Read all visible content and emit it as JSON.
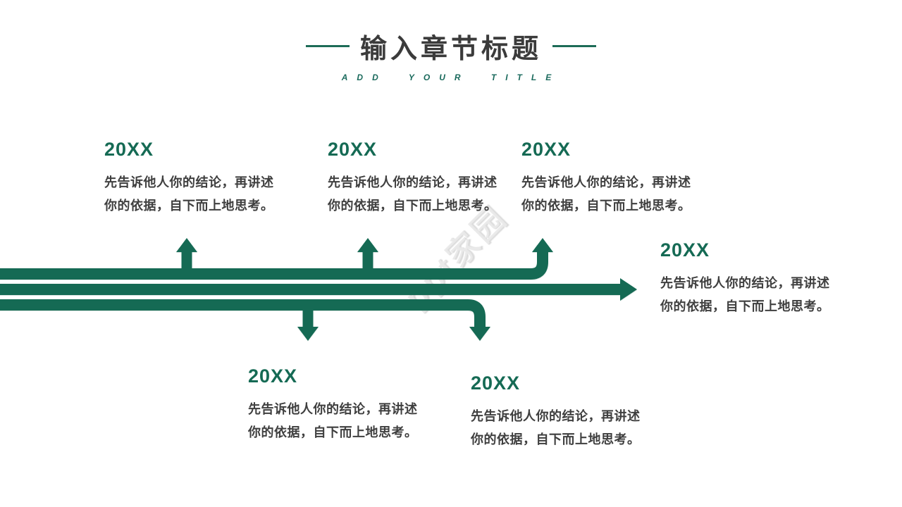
{
  "slide": {
    "title": "输入章节标题",
    "subtitle": "ADD YOUR TITLE",
    "watermark": "ppt家园"
  },
  "colors": {
    "accent_green": "#156a54",
    "dash_green": "#1d6b57",
    "title_text": "#3b3b3b",
    "body_text": "#3f3f3f",
    "subtitle_green": "#1a6a5c"
  },
  "items": [
    {
      "year": "20XX",
      "line1": "先告诉他人你的结论，再讲述",
      "line2": "你的依据，自下而上地思考。"
    },
    {
      "year": "20XX",
      "line1": "先告诉他人你的结论，再讲述",
      "line2": "你的依据，自下而上地思考。"
    },
    {
      "year": "20XX",
      "line1": "先告诉他人你的结论，再讲述",
      "line2": "你的依据，自下而上地思考。"
    },
    {
      "year": "20XX",
      "line1": "先告诉他人你的结论，再讲述",
      "line2": "你的依据，自下而上地思考。"
    },
    {
      "year": "20XX",
      "line1": "先告诉他人你的结论，再讲述",
      "line2": "你的依据，自下而上地思考。"
    },
    {
      "year": "20XX",
      "line1": "先告诉他人你的结论，再讲述",
      "line2": "你的依据，自下而上地思考。"
    }
  ]
}
